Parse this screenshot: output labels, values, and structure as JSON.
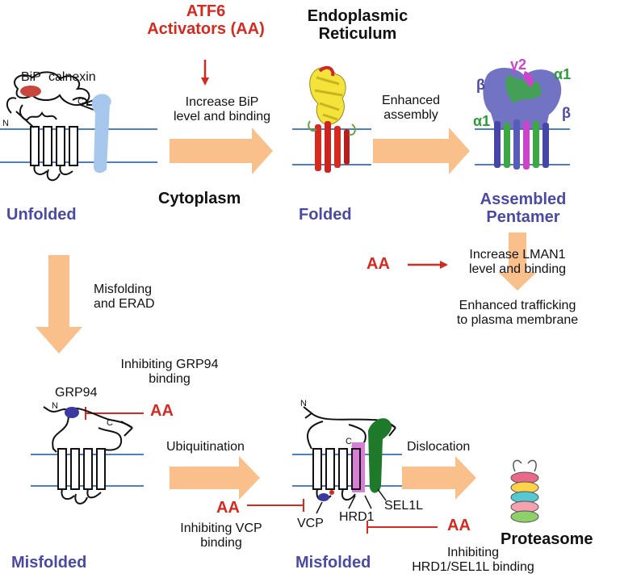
{
  "top": {
    "atf6_line1": "ATF6",
    "atf6_line2": "Activators (AA)",
    "er_line1": "Endoplasmic",
    "er_line2": "Reticulum",
    "cytoplasm": "Cytoplasm"
  },
  "unfolded": {
    "bip": "BiP",
    "calnexin": "calnexin",
    "n_term": "N",
    "c_term": "C",
    "title": "Unfolded"
  },
  "step1": {
    "line1": "Increase BiP",
    "line2": "level and binding"
  },
  "folded": {
    "title": "Folded"
  },
  "step2": {
    "line1": "Enhanced",
    "line2": "assembly"
  },
  "pentamer": {
    "beta_left": "β",
    "gamma2": "γ2",
    "alpha1_top": "α1",
    "alpha1_left": "α1",
    "beta_right": "β",
    "title_line1": "Assembled",
    "title_line2": "Pentamer"
  },
  "lman": {
    "aa": "AA",
    "line1": "Increase LMAN1",
    "line2": "level and binding",
    "traffic1": "Enhanced trafficking",
    "traffic2": "to plasma membrane"
  },
  "erad": {
    "line1": "Misfolding",
    "line2": "and ERAD"
  },
  "misfolded1": {
    "grp94_text1": "Inhibiting GRP94",
    "grp94_text2": "binding",
    "grp94_label": "GRP94",
    "aa": "AA",
    "n_term": "N",
    "c_term": "C",
    "title": "Misfolded"
  },
  "ubiq": {
    "label": "Ubiquitination",
    "aa": "AA",
    "line1": "Inhibiting VCP",
    "line2": "binding"
  },
  "misfolded2": {
    "n_term": "N",
    "c_term": "C",
    "vcp": "VCP",
    "hrd1": "HRD1",
    "sel1l": "SEL1L",
    "title": "Misfolded"
  },
  "dislocation": {
    "label": "Dislocation",
    "aa": "AA",
    "line1": "Inhibiting",
    "line2": "HRD1/SEL1L binding"
  },
  "proteasome": {
    "label": "Proteasome"
  },
  "colors": {
    "red": "#d42a20",
    "purple": "#4a4aa4",
    "arrow": "#f9c08c",
    "membrane": "#4d7fc7",
    "calnexin": "#a8c7ec",
    "bip": "#c9463e",
    "grp94": "#3a3aa0",
    "hrd1": "#d77fd4",
    "sel1l": "#1e7a2a"
  }
}
